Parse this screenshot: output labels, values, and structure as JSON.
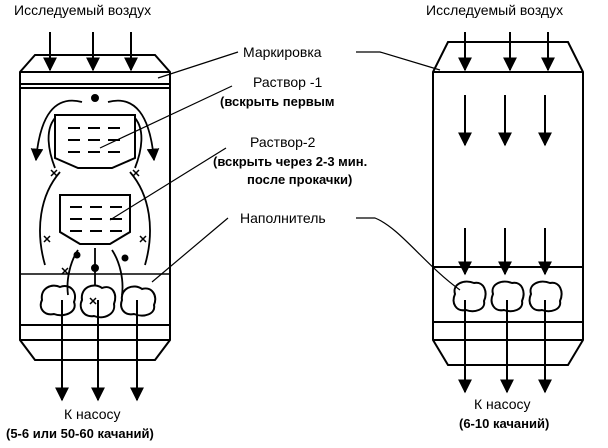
{
  "left": {
    "title": "Исследуемый воздух",
    "pump_label": "К насосу",
    "pump_strokes": "(5-6 или 50-60 качаний)"
  },
  "right": {
    "title": "Исследуемый воздух",
    "pump_label": "К насосу",
    "pump_strokes": "(6-10 качаний)"
  },
  "callouts": {
    "marking": "Маркировка",
    "solution1": "Раствор -1",
    "solution1_note": "(вскрыть первым",
    "solution2": "Раствор-2",
    "solution2_note_1": "(вскрыть через 2-3 мин.",
    "solution2_note_2": "после прокачки)",
    "filler": "Наполнитель"
  },
  "colors": {
    "stroke": "#000000",
    "background": "#ffffff"
  }
}
